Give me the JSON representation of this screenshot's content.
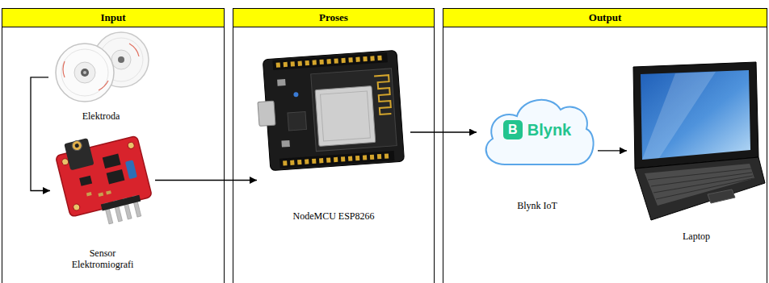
{
  "diagram": {
    "nodes": [
      {
        "text": [
          "Input"
        ]
      },
      {
        "text": [
          "Elektroda"
        ],
        "in": 0
      },
      {
        "text": [
          "Sensor Elektromiografi"
        ],
        "in": 0
      },
      {
        "text": [
          "Proses"
        ]
      },
      {
        "text": [
          "NodeMCU ESP8266"
        ],
        "in": 3
      },
      {
        "text": [
          "Output"
        ]
      },
      {
        "text": [
          "B",
          "Blynk",
          "Blynk IoT"
        ],
        "in": 5
      },
      {
        "text": [
          "Laptop"
        ],
        "in": 5
      }
    ],
    "edges": [
      {
        "from": 1,
        "to": 2,
        "arrow": "to"
      },
      {
        "from": 2,
        "to": 4,
        "arrow": "to"
      },
      {
        "from": 4,
        "to": 6,
        "arrow": "to"
      },
      {
        "from": 6,
        "to": 7,
        "arrow": "to"
      }
    ]
  }
}
